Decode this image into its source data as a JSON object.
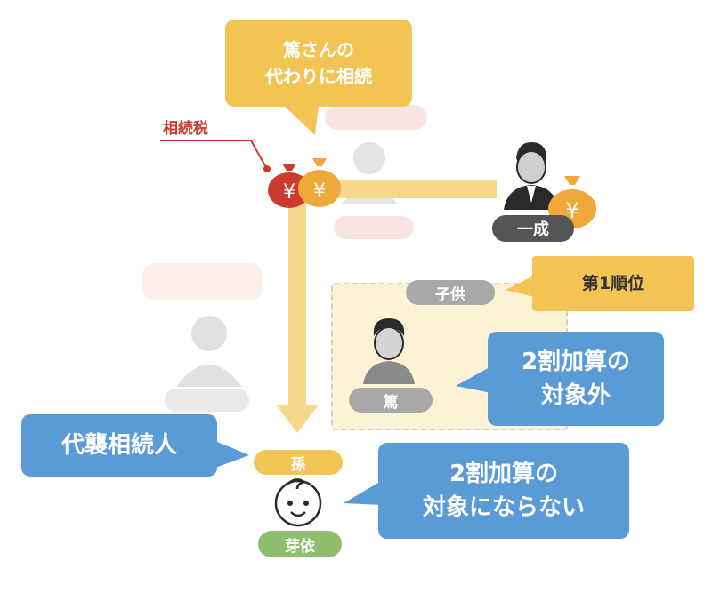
{
  "top_callout": {
    "lines": [
      "篤さんの",
      "代わりに相続"
    ]
  },
  "tax_label": "相続税",
  "yen_symbol": "¥",
  "issei": {
    "name": "一成"
  },
  "children_group": {
    "label": "子供"
  },
  "rank_callout": "第1順位",
  "atsushi": {
    "name": "篤"
  },
  "not_applicable_callout": {
    "lines": [
      "2割加算の",
      "対象外"
    ]
  },
  "heir_callout": "代襲相続人",
  "grandchild": {
    "label": "孫",
    "name": "芽依"
  },
  "no_surcharge_callout": {
    "lines": [
      "2割加算の",
      "対象にならない"
    ]
  },
  "colors": {
    "yellow": "#f1c454",
    "blue": "#5b9bd5",
    "red": "#cc3b2f",
    "gray_pill": "#a8a8a8",
    "dark_pill": "#555555",
    "green_pill": "#8fbe6f",
    "arrow": "#f6d88c"
  }
}
